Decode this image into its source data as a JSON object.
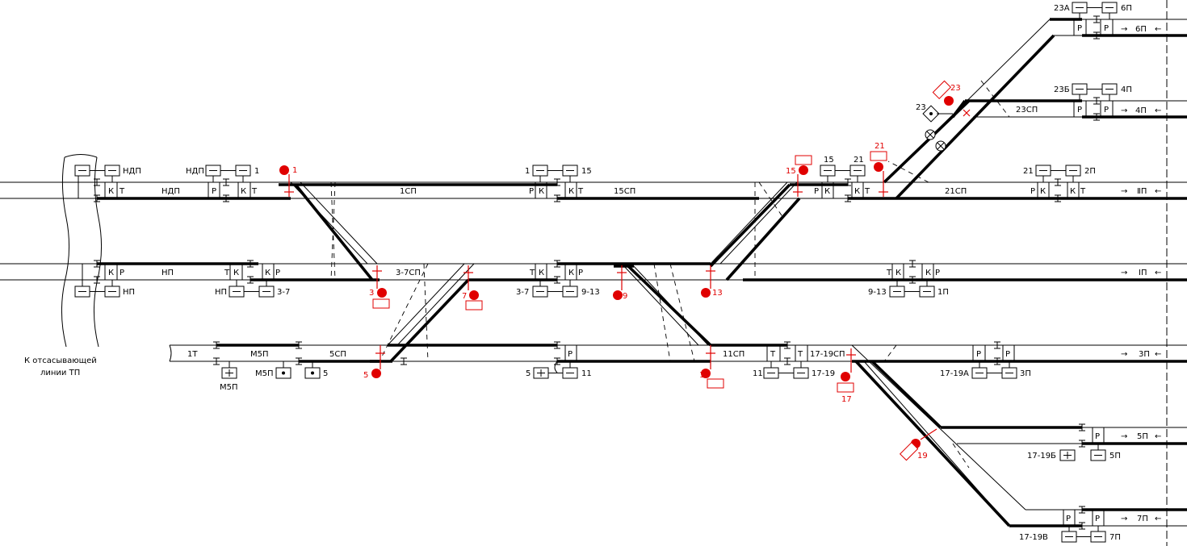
{
  "tracks": [
    "ⅡП",
    "ⅠП",
    "3П",
    "5П",
    "7П",
    "6П",
    "4П"
  ],
  "sections": [
    "НДП",
    "1СП",
    "15СП",
    "21СП",
    "23СП",
    "НП",
    "3-7СП",
    "1Т",
    "М5П",
    "5СП",
    "11СП",
    "17-19СП"
  ],
  "signals": [
    "НДП",
    "1",
    "15",
    "21",
    "2П",
    "НП",
    "3-7",
    "9-13",
    "1П",
    "М5П",
    "5",
    "11",
    "17-19",
    "17-19А",
    "3П",
    "17-19Б",
    "5П",
    "17-19В",
    "7П",
    "23",
    "23А",
    "6П",
    "23Б",
    "4П"
  ],
  "switches": [
    "1",
    "3",
    "5",
    "7",
    "9",
    "11",
    "13",
    "15",
    "17",
    "19",
    "21",
    "23"
  ],
  "relay_letters": [
    "Р",
    "К",
    "Т"
  ],
  "exhaust_label": [
    "К отсасывающей",
    "линии ТП"
  ],
  "arrow_in": "←",
  "arrow_out": "→"
}
